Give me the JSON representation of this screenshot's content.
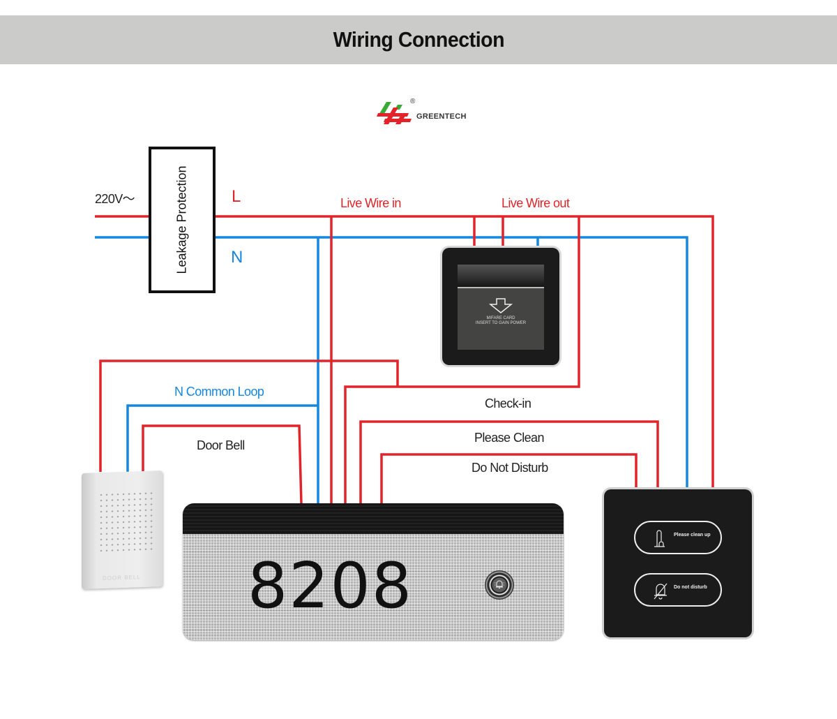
{
  "header": {
    "title": "Wiring Connection"
  },
  "logo": {
    "brand": "GREENTECH",
    "registered": "®",
    "colors": {
      "green": "#3aa935",
      "red": "#e2232a"
    }
  },
  "colors": {
    "live_wire": "#e2232a",
    "neutral_wire": "#1487e0"
  },
  "power_source": {
    "voltage_label": "220V～",
    "live_label": "L",
    "neutral_label": "N"
  },
  "breaker": {
    "label": "Leakage Protection"
  },
  "wire_labels": {
    "live_in": "Live Wire in",
    "live_out": "Live Wire out",
    "n_common_loop": "N Common Loop",
    "door_bell": "Door Bell",
    "check_in": "Check-in",
    "please_clean": "Please Clean",
    "do_not_disturb": "Do Not Disturb"
  },
  "devices": {
    "card_switch": {
      "line1": "MIFARE CARD",
      "line2": "INSERT TO GAIN POWER",
      "icon": "down-arrow-icon"
    },
    "door_bell": {
      "label": "DOOR BELL"
    },
    "room_plate": {
      "room_number": "8208",
      "icon": "bell-icon"
    },
    "dnd_panel": {
      "buttons": [
        {
          "label": "Please clean up",
          "icon": "broom-icon"
        },
        {
          "label": "Do not disturb",
          "icon": "bell-off-icon"
        }
      ]
    }
  }
}
